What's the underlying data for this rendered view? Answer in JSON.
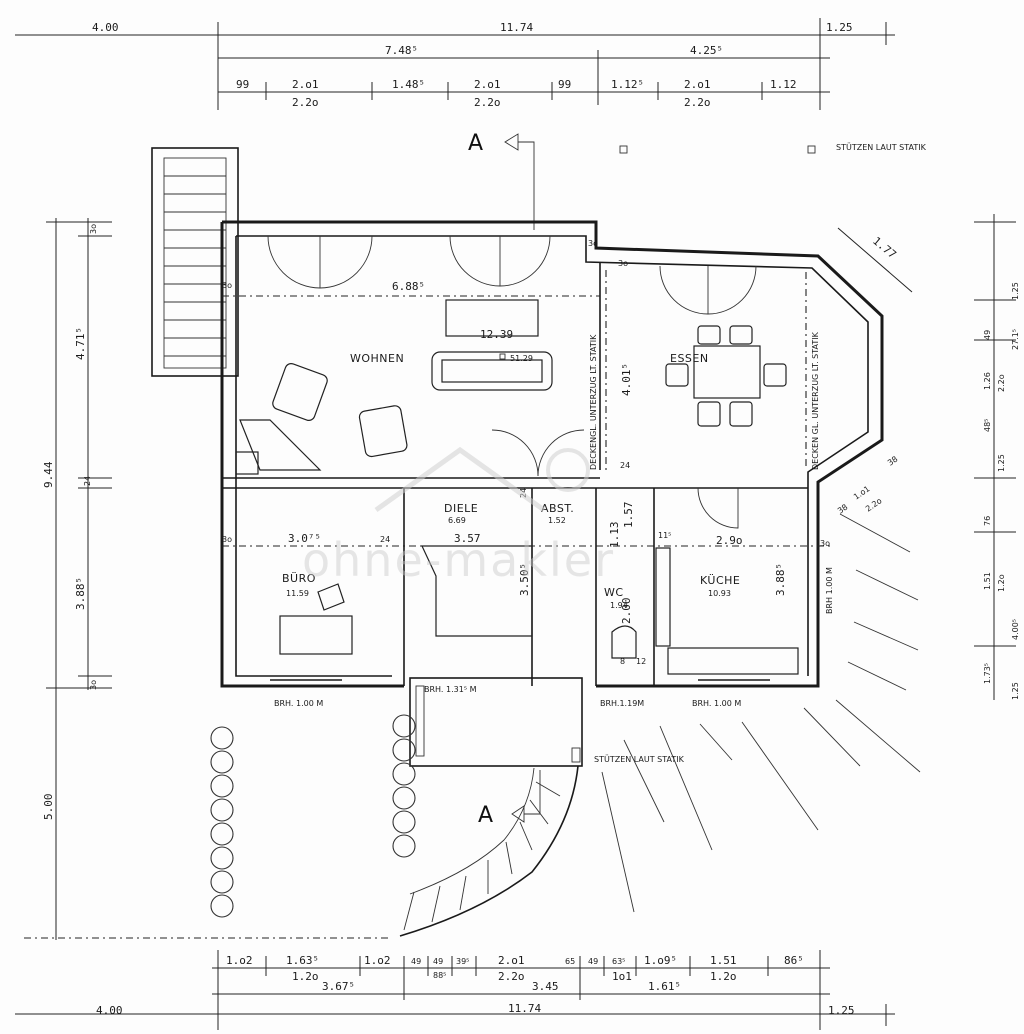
{
  "sections": [
    "A",
    "A"
  ],
  "notes": {
    "supports_top": "STÜTZEN LAUT STATIK",
    "supports_entry": "STÜTZEN LAUT STATIK"
  },
  "watermark": "ohne-makler",
  "rooms": {
    "wohnen": {
      "name": "WOHNEN",
      "area": "51.29"
    },
    "essen": {
      "name": "ESSEN"
    },
    "diele": {
      "name": "DIELE",
      "area": "6.69"
    },
    "abst": {
      "name": "ABST.",
      "area": "1.52"
    },
    "buero": {
      "name": "BÜRO",
      "area": "11.59"
    },
    "wc": {
      "name": "WC",
      "area": "1.94"
    },
    "kueche": {
      "name": "KÜCHE",
      "area": "10.93"
    }
  },
  "beam_labels": {
    "left": "DECKENGL. UNTERZUG LT. STATIK",
    "right": "DECKEN GL. UNTERZUG LT. STATIK"
  },
  "sills": [
    "BRH. 1.00 M",
    "BRH. 1.31⁵ M",
    "BRH.1.19M",
    "BRH. 1.00 M",
    "BRH 1.00 M"
  ],
  "interior_dims": [
    "6.88⁵",
    "12.39",
    "4.01⁵",
    "3.0⁷⁵",
    "3.57",
    "3.50⁵",
    "2.9o",
    "3.88⁵",
    "1.57",
    "1.13",
    "2.00",
    "3o",
    "3o",
    "3o",
    "3o",
    "24",
    "24",
    "24",
    "24",
    "11⁵",
    "1.77",
    "1.o1",
    "2.2o",
    "38",
    "38",
    "3o",
    "8",
    "12"
  ],
  "top_dims": {
    "row1": [
      "4.00",
      "11.74",
      "1.25"
    ],
    "row2": [
      "7.48⁵",
      "4.25⁵"
    ],
    "row3": [
      "99",
      "2.o1",
      "1.48⁵",
      "2.o1",
      "99",
      "1.12⁵",
      "2.o1",
      "1.12"
    ],
    "row3b": [
      "2.2o",
      "2.2o",
      "2.2o"
    ]
  },
  "bottom_dims": {
    "row1": [
      "1.o2",
      "1.63⁵",
      "1.o2",
      "49",
      "49",
      "39⁵",
      "2.o1",
      "65",
      "49",
      "63⁵",
      "1.o9⁵",
      "1.51",
      "86⁵"
    ],
    "row2": [
      "1.2o",
      "3.67⁵",
      "88⁵",
      "2.2o",
      "3.45",
      "1o1",
      "1.61⁵",
      "1.2o"
    ],
    "row3": [
      "4.00",
      "11.74",
      "1.25"
    ]
  },
  "left_dims": [
    "3o",
    "4.71⁵",
    "24",
    "3.88⁵",
    "3o",
    "9.44",
    "5.00"
  ],
  "right_dims": [
    "49",
    "1.26",
    "2.2o",
    "27.1⁵",
    "1.25",
    "48⁵",
    "1.25",
    "76",
    "1.51",
    "1.2o",
    "4.00⁵",
    "1.73⁵",
    "1.25"
  ]
}
